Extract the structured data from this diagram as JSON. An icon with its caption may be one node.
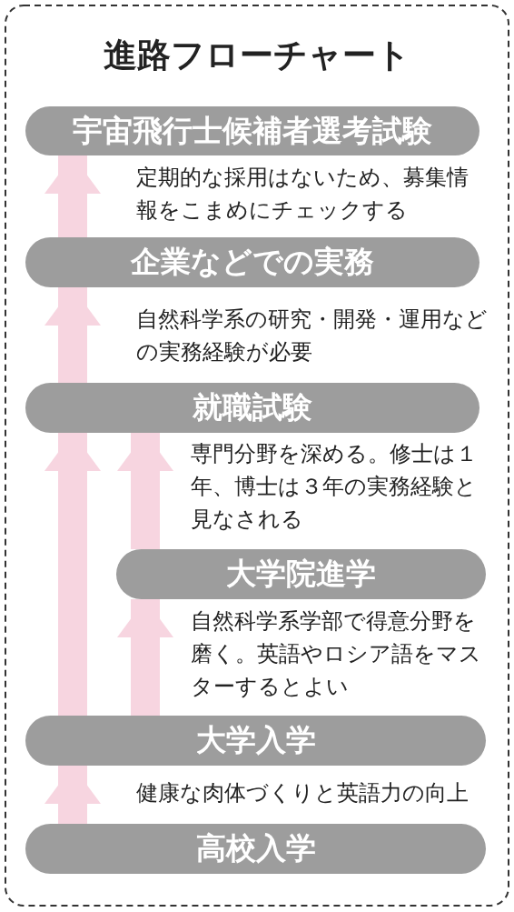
{
  "diagram": {
    "title": "進路フローチャート",
    "nodes": [
      {
        "text": [
          "宇宙飛行士候補者選考試験"
        ]
      },
      {
        "text": [
          "企業などでの実務"
        ]
      },
      {
        "text": [
          "就職試験"
        ]
      },
      {
        "text": [
          "大学院進学"
        ]
      },
      {
        "text": [
          "大学入学"
        ]
      },
      {
        "text": [
          "高校入学"
        ]
      }
    ],
    "edges": [
      {
        "from": 5,
        "to": 4,
        "arrow": "to"
      },
      {
        "from": 4,
        "to": 2,
        "arrow": "to"
      },
      {
        "from": 4,
        "to": 3,
        "arrow": "to"
      },
      {
        "from": 3,
        "to": 2,
        "arrow": "to"
      },
      {
        "from": 2,
        "to": 1,
        "arrow": "to"
      },
      {
        "from": 1,
        "to": 0,
        "arrow": "to"
      }
    ],
    "labels": [
      "定期的な採用はないため、募集情報をこまめにチェックする",
      "自然科学系の研究・開発・運用などの実務経験が必要",
      "専門分野を深める。修士は１年、博士は３年の実務経験と見なされる",
      "自然科学系学部で得意分野を磨く。英語やロシア語をマスターするとよい",
      "健康な肉体づくりと英語力の向上"
    ]
  }
}
